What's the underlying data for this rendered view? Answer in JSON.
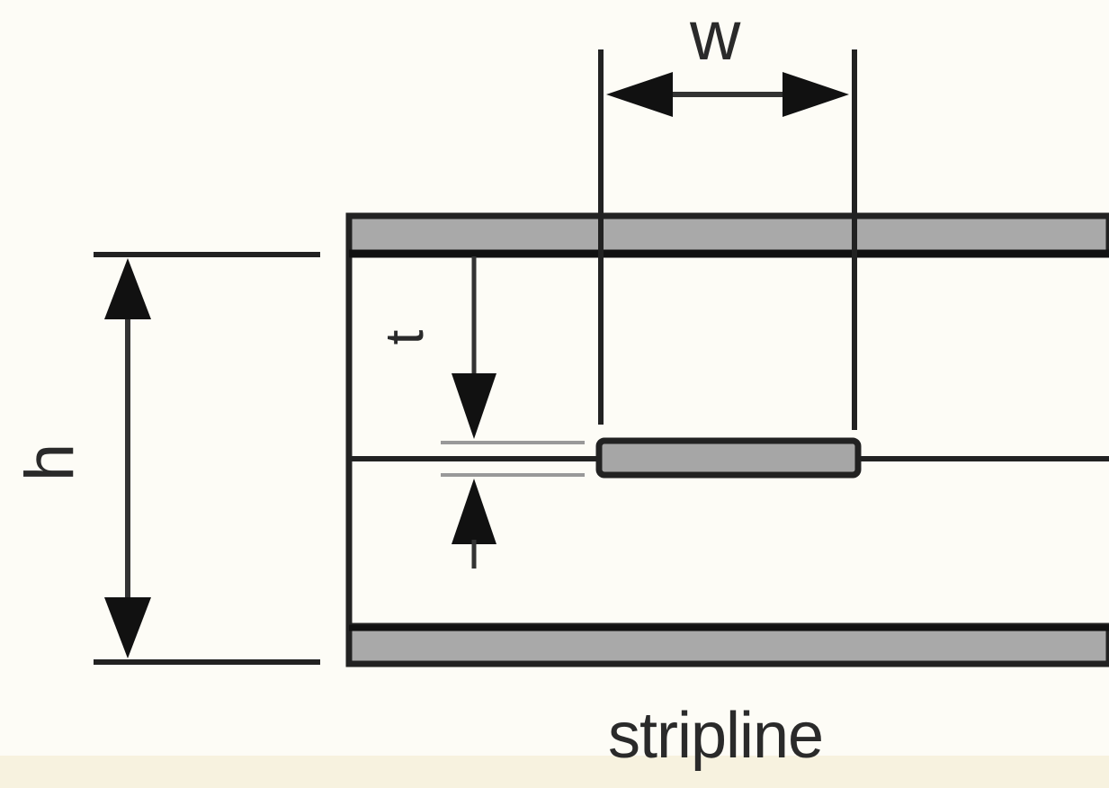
{
  "labels": {
    "width": "w",
    "height": "h",
    "thickness": "t",
    "caption": "stripline"
  },
  "colors": {
    "line": "#222222",
    "plate_fill": "#a9a9a9",
    "conductor_fill": "#a6a6a6",
    "background": "#fdfcf6"
  }
}
